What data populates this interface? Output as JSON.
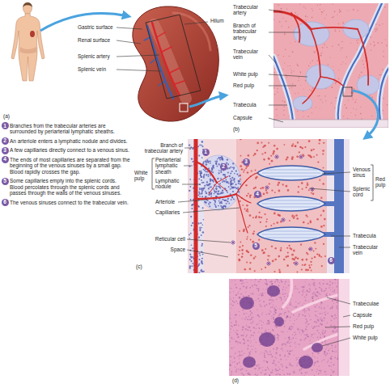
{
  "diagram": {
    "nodes": [
      {
        "text": [
          "1"
        ]
      },
      {
        "text": [
          "2"
        ]
      },
      {
        "text": [
          "3"
        ]
      },
      {
        "text": [
          "4"
        ]
      },
      {
        "text": [
          "5"
        ]
      },
      {
        "text": [
          "6"
        ]
      },
      {
        "text": [
          "1"
        ]
      },
      {
        "text": [
          "2"
        ]
      },
      {
        "text": [
          "3"
        ]
      },
      {
        "text": [
          "4"
        ]
      },
      {
        "text": [
          "5"
        ]
      },
      {
        "text": [
          "6"
        ]
      }
    ],
    "labels": [
      "Gastric surface",
      "Renal surface",
      "Splenic artery",
      "Splenic vein",
      "Hilum",
      "(a)",
      "Trabecular artery",
      "Branch of trabecular artery",
      "Trabecular vein",
      "White pulp",
      "Red pulp",
      "Trabecula",
      "Capsule",
      "(b)",
      "Branches from the trabecular arteries are surrounded by periarterial lymphatic sheaths.",
      "An arteriole enters a lymphatic nodule and divides.",
      "A few capillaries directly connect to a venous sinus.",
      "The ends of most capillaries are separated from the beginning of the venous sinuses by a small gap. Blood rapidly crosses the gap.",
      "Some capillaries empty into the splenic cords. Blood percolates through the splenic cords and passes through the walls of the venous sinuses.",
      "The venous sinuses connect to the trabecular vein.",
      "Branch of trabecular artery",
      "White pulp",
      "Periarterial lymphatic sheath",
      "Lymphatic nodule",
      "Arteriole",
      "Capillaries",
      "Reticular cell",
      "Space",
      "Venous sinus",
      "Splenic cord",
      "Red pulp",
      "Trabecula",
      "Trabecular vein",
      "(c)",
      "Trabeculae",
      "Capsule",
      "Red pulp",
      "White pulp",
      "(d)"
    ]
  }
}
